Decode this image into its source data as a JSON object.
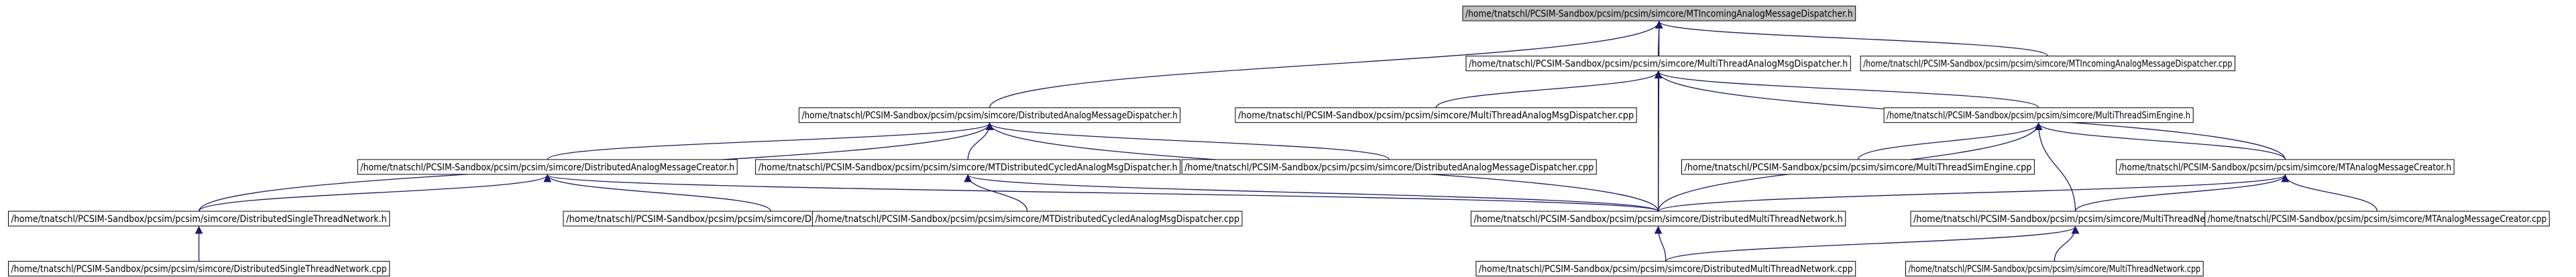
{
  "diagram": {
    "type": "include-dependency-graph",
    "colors": {
      "edge": "#191970",
      "root_fill": "#bfbfbf",
      "node_fill": "#ffffff",
      "border": "#000000"
    },
    "nodes": [
      {
        "id": "n0",
        "label": "/home/tnatschl/PCSIM-Sandbox/pcsim/pcsim/simcore/MTIncomingAnalogMessageDispatcher.h",
        "root": true
      },
      {
        "id": "n1",
        "label": "/home/tnatschl/PCSIM-Sandbox/pcsim/pcsim/simcore/MultiThreadAnalogMsgDispatcher.h"
      },
      {
        "id": "n2",
        "label": "/home/tnatschl/PCSIM-Sandbox/pcsim/pcsim/simcore/MTIncomingAnalogMessageDispatcher.cpp"
      },
      {
        "id": "n3",
        "label": "/home/tnatschl/PCSIM-Sandbox/pcsim/pcsim/simcore/DistributedAnalogMessageDispatcher.h"
      },
      {
        "id": "n4",
        "label": "/home/tnatschl/PCSIM-Sandbox/pcsim/pcsim/simcore/MultiThreadAnalogMsgDispatcher.cpp"
      },
      {
        "id": "n5",
        "label": "/home/tnatschl/PCSIM-Sandbox/pcsim/pcsim/simcore/MultiThreadSimEngine.h"
      },
      {
        "id": "n6",
        "label": "/home/tnatschl/PCSIM-Sandbox/pcsim/pcsim/simcore/DistributedAnalogMessageCreator.h"
      },
      {
        "id": "n7",
        "label": "/home/tnatschl/PCSIM-Sandbox/pcsim/pcsim/simcore/MTDistributedCycledAnalogMsgDispatcher.h"
      },
      {
        "id": "n8",
        "label": "/home/tnatschl/PCSIM-Sandbox/pcsim/pcsim/simcore/DistributedAnalogMessageDispatcher.cpp"
      },
      {
        "id": "n9",
        "label": "/home/tnatschl/PCSIM-Sandbox/pcsim/pcsim/simcore/MultiThreadSimEngine.cpp"
      },
      {
        "id": "n10",
        "label": "/home/tnatschl/PCSIM-Sandbox/pcsim/pcsim/simcore/MTAnalogMessageCreator.h"
      },
      {
        "id": "n11",
        "label": "/home/tnatschl/PCSIM-Sandbox/pcsim/pcsim/simcore/DistributedSingleThreadNetwork.h"
      },
      {
        "id": "n12",
        "label": "/home/tnatschl/PCSIM-Sandbox/pcsim/pcsim/simcore/DistributedAnalogMessageCreator.cpp"
      },
      {
        "id": "n13",
        "label": "/home/tnatschl/PCSIM-Sandbox/pcsim/pcsim/simcore/MTDistributedCycledAnalogMsgDispatcher.cpp"
      },
      {
        "id": "n14",
        "label": "/home/tnatschl/PCSIM-Sandbox/pcsim/pcsim/simcore/DistributedMultiThreadNetwork.h"
      },
      {
        "id": "n15",
        "label": "/home/tnatschl/PCSIM-Sandbox/pcsim/pcsim/simcore/MultiThreadNetwork.h"
      },
      {
        "id": "n16",
        "label": "/home/tnatschl/PCSIM-Sandbox/pcsim/pcsim/simcore/MTAnalogMessageCreator.cpp"
      },
      {
        "id": "n17",
        "label": "/home/tnatschl/PCSIM-Sandbox/pcsim/pcsim/simcore/DistributedSingleThreadNetwork.cpp"
      },
      {
        "id": "n18",
        "label": "/home/tnatschl/PCSIM-Sandbox/pcsim/pcsim/simcore/DistributedMultiThreadNetwork.cpp"
      },
      {
        "id": "n19",
        "label": "/home/tnatschl/PCSIM-Sandbox/pcsim/pcsim/simcore/MultiThreadNetwork.cpp"
      }
    ],
    "edges": [
      {
        "from": "n1",
        "to": "n0"
      },
      {
        "from": "n2",
        "to": "n0"
      },
      {
        "from": "n3",
        "to": "n0"
      },
      {
        "from": "n14",
        "to": "n0"
      },
      {
        "from": "n4",
        "to": "n1"
      },
      {
        "from": "n5",
        "to": "n1"
      },
      {
        "from": "n10",
        "to": "n1"
      },
      {
        "from": "n14",
        "to": "n1"
      },
      {
        "from": "n6",
        "to": "n3"
      },
      {
        "from": "n7",
        "to": "n3"
      },
      {
        "from": "n8",
        "to": "n3"
      },
      {
        "from": "n11",
        "to": "n3"
      },
      {
        "from": "n14",
        "to": "n3"
      },
      {
        "from": "n9",
        "to": "n5"
      },
      {
        "from": "n10",
        "to": "n5"
      },
      {
        "from": "n14",
        "to": "n5"
      },
      {
        "from": "n15",
        "to": "n5"
      },
      {
        "from": "n11",
        "to": "n6"
      },
      {
        "from": "n12",
        "to": "n6"
      },
      {
        "from": "n14",
        "to": "n6"
      },
      {
        "from": "n13",
        "to": "n7"
      },
      {
        "from": "n14",
        "to": "n7"
      },
      {
        "from": "n14",
        "to": "n10"
      },
      {
        "from": "n15",
        "to": "n10"
      },
      {
        "from": "n16",
        "to": "n10"
      },
      {
        "from": "n17",
        "to": "n11"
      },
      {
        "from": "n18",
        "to": "n14"
      },
      {
        "from": "n18",
        "to": "n15"
      },
      {
        "from": "n19",
        "to": "n15"
      }
    ]
  }
}
